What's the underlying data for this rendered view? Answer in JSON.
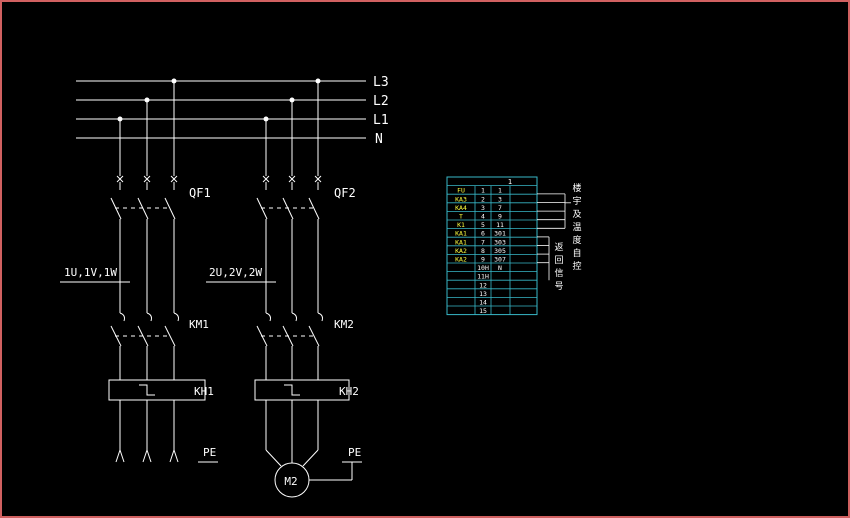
{
  "colors": {
    "background": "#000000",
    "frame": "#d06060",
    "line": "#ffffff",
    "label": "#ffffff",
    "table_border": "#38b8c8",
    "table_text": "#ffff40",
    "table_number": "#ffffff"
  },
  "bus": {
    "lines": [
      {
        "label": "L3"
      },
      {
        "label": "L2"
      },
      {
        "label": "L1"
      },
      {
        "label": "N"
      }
    ]
  },
  "circuit1": {
    "breaker_label": "QF1",
    "terminal_label": "1U,1V,1W",
    "contactor_label": "KM1",
    "overload_label": "KH1",
    "pe_label": "PE"
  },
  "circuit2": {
    "breaker_label": "QF2",
    "terminal_label": "2U,2V,2W",
    "contactor_label": "KM2",
    "overload_label": "KH2",
    "pe_label": "PE",
    "motor_label": "M2"
  },
  "terminal_table": {
    "header": "1",
    "rows": [
      {
        "device": "FU",
        "terminal": "1",
        "wire": "1"
      },
      {
        "device": "KA3",
        "terminal": "2",
        "wire": "3"
      },
      {
        "device": "KA4",
        "terminal": "3",
        "wire": "7"
      },
      {
        "device": "T",
        "terminal": "4",
        "wire": "9"
      },
      {
        "device": "K1",
        "terminal": "5",
        "wire": "11"
      },
      {
        "device": "KA1",
        "terminal": "6",
        "wire": "301"
      },
      {
        "device": "KA1",
        "terminal": "7",
        "wire": "303"
      },
      {
        "device": "KA2",
        "terminal": "8",
        "wire": "305"
      },
      {
        "device": "KA2",
        "terminal": "9",
        "wire": "307"
      },
      {
        "device": "",
        "terminal": "10H",
        "wire": "N"
      },
      {
        "device": "",
        "terminal": "11H",
        "wire": ""
      },
      {
        "device": "",
        "terminal": "12",
        "wire": ""
      },
      {
        "device": "",
        "terminal": "13",
        "wire": ""
      },
      {
        "device": "",
        "terminal": "14",
        "wire": ""
      },
      {
        "device": "",
        "terminal": "15",
        "wire": ""
      }
    ],
    "note_control": "楼宇及温度自控",
    "note_feedback": "返回信号"
  }
}
